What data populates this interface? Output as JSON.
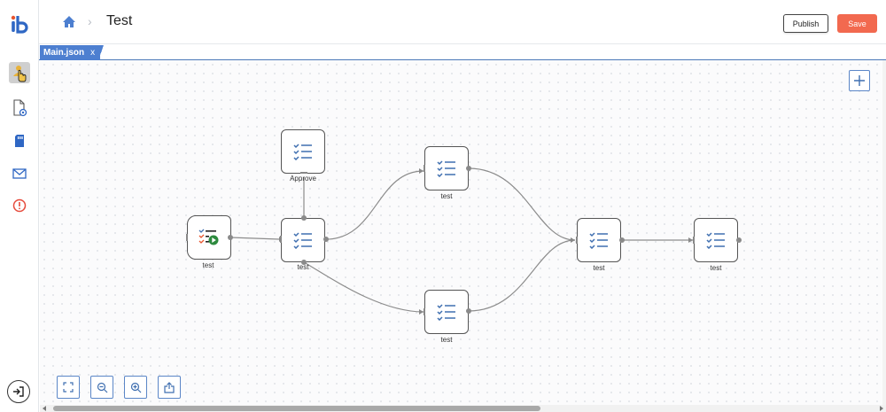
{
  "header": {
    "title": "Test",
    "publish_label": "Publish",
    "save_label": "Save"
  },
  "tabs": [
    {
      "label": "Main.json",
      "close": "x"
    }
  ],
  "sidebar": {
    "items": [
      {
        "icon": "user-touch-icon",
        "active": true
      },
      {
        "icon": "document-settings-icon"
      },
      {
        "icon": "sd-card-icon"
      },
      {
        "icon": "mail-icon"
      },
      {
        "icon": "alert-circle-icon"
      }
    ]
  },
  "nodes": [
    {
      "id": "n-start",
      "label": "test"
    },
    {
      "id": "n-approve",
      "label": "Approve"
    },
    {
      "id": "n-mid",
      "label": "test"
    },
    {
      "id": "n-top",
      "label": "test"
    },
    {
      "id": "n-bottom",
      "label": "test"
    },
    {
      "id": "n-merge",
      "label": "test"
    },
    {
      "id": "n-end",
      "label": "test"
    }
  ],
  "colors": {
    "accent": "#4d7fd0",
    "save": "#f2694f",
    "task_icon": "#3f6fb0"
  }
}
